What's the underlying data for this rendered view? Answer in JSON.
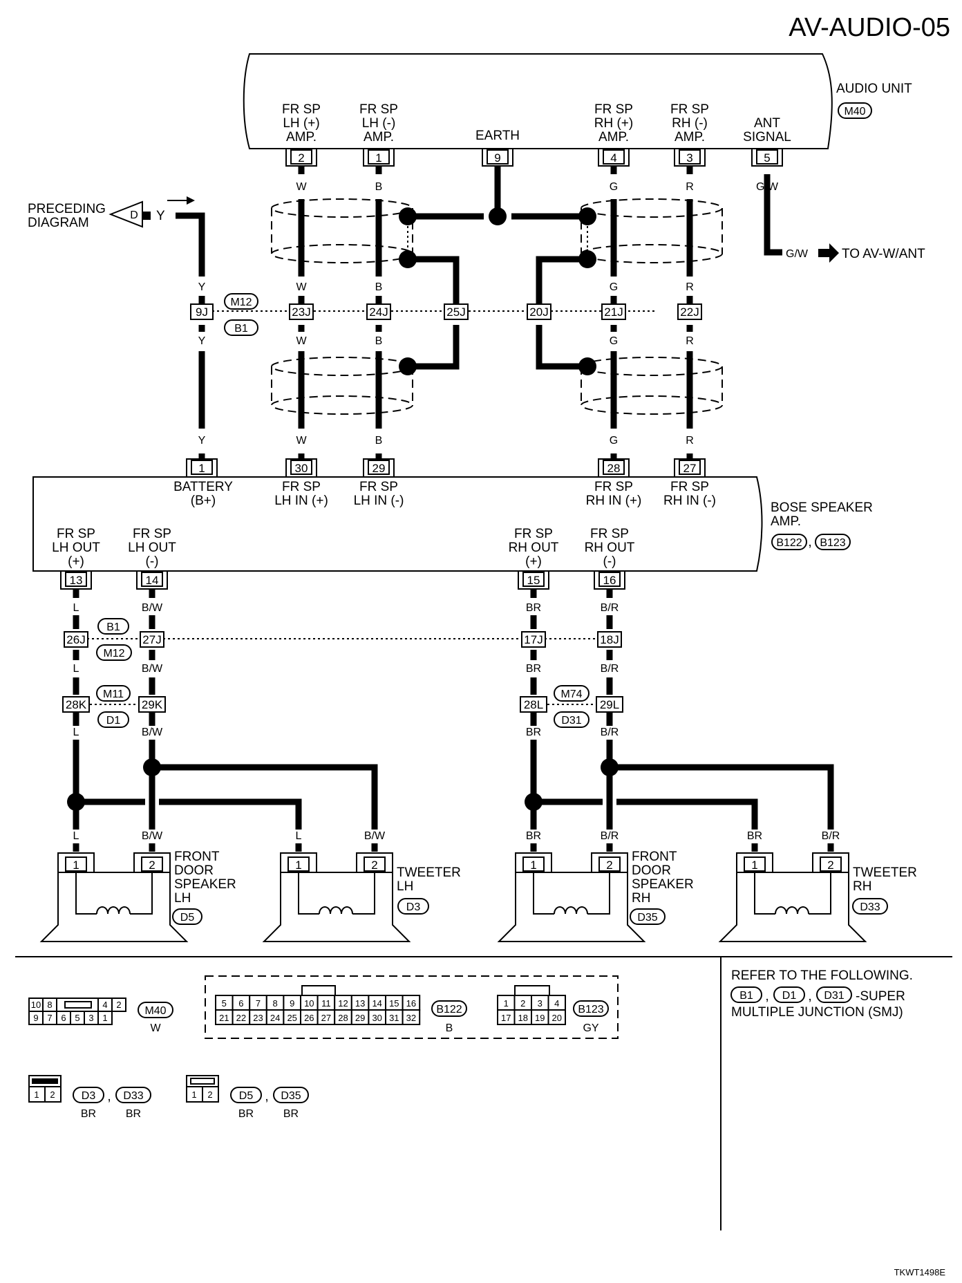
{
  "page_code": "AV-AUDIO-05",
  "figure_code": "TKWT1498E",
  "audio_unit": {
    "name": "AUDIO UNIT",
    "connector": "M40",
    "pins": [
      {
        "num": "2",
        "label": [
          "FR SP",
          "LH (+)",
          "AMP."
        ],
        "color": "W"
      },
      {
        "num": "1",
        "label": [
          "FR SP",
          "LH (-)",
          "AMP."
        ],
        "color": "B"
      },
      {
        "num": "9",
        "label": [
          "EARTH"
        ],
        "color": ""
      },
      {
        "num": "4",
        "label": [
          "FR SP",
          "RH (+)",
          "AMP."
        ],
        "color": "G"
      },
      {
        "num": "3",
        "label": [
          "FR SP",
          "RH (-)",
          "AMP."
        ],
        "color": "R"
      },
      {
        "num": "5",
        "label": [
          "ANT",
          "SIGNAL"
        ],
        "color": "G/W"
      }
    ]
  },
  "preceding": {
    "label": [
      "PRECEDING",
      "DIAGRAM"
    ],
    "marker": "D",
    "color": "Y"
  },
  "to_ant": {
    "color": "G/W",
    "label": "TO AV-W/ANT"
  },
  "junction_upper": {
    "connectors": [
      "M12",
      "B1"
    ],
    "terminals": [
      "9J",
      "23J",
      "24J",
      "25J",
      "20J",
      "21J",
      "22J"
    ]
  },
  "bose_amp": {
    "name": [
      "BOSE SPEAKER",
      "AMP."
    ],
    "connectors": [
      "B122",
      "B123"
    ],
    "input_pins": [
      {
        "num": "1",
        "label": [
          "BATTERY",
          "(B+)"
        ],
        "color": "Y"
      },
      {
        "num": "30",
        "label": [
          "FR SP",
          "LH IN (+)"
        ],
        "color": "W"
      },
      {
        "num": "29",
        "label": [
          "FR SP",
          "LH IN (-)"
        ],
        "color": "B"
      },
      {
        "num": "28",
        "label": [
          "FR SP",
          "RH IN (+)"
        ],
        "color": "G"
      },
      {
        "num": "27",
        "label": [
          "FR SP",
          "RH IN (-)"
        ],
        "color": "R"
      }
    ],
    "output_pins": [
      {
        "num": "13",
        "label": [
          "FR SP",
          "LH OUT",
          "(+)"
        ]
      },
      {
        "num": "14",
        "label": [
          "FR SP",
          "LH OUT",
          "(-)"
        ]
      },
      {
        "num": "15",
        "label": [
          "FR SP",
          "RH OUT",
          "(+)"
        ]
      },
      {
        "num": "16",
        "label": [
          "FR SP",
          "RH OUT",
          "(-)"
        ]
      }
    ]
  },
  "junction_lower": {
    "connectors": [
      "B1",
      "M12"
    ],
    "terminals": [
      "26J",
      "27J",
      "17J",
      "18J"
    ]
  },
  "junction_door_lh": {
    "connectors": [
      "M11",
      "D1"
    ],
    "terminals": [
      "28K",
      "29K"
    ]
  },
  "junction_door_rh": {
    "connectors": [
      "M74",
      "D31"
    ],
    "terminals": [
      "28L",
      "29L"
    ]
  },
  "wire_colors": {
    "lh_pos": "L",
    "lh_neg": "B/W",
    "rh_pos": "BR",
    "rh_neg": "B/R"
  },
  "speakers": [
    {
      "name": [
        "FRONT",
        "DOOR",
        "SPEAKER",
        "LH"
      ],
      "connector": "D5",
      "pin1": "1",
      "pin2": "2",
      "c1": "L",
      "c2": "B/W"
    },
    {
      "name": [
        "TWEETER",
        "LH"
      ],
      "connector": "D3",
      "pin1": "1",
      "pin2": "2",
      "c1": "L",
      "c2": "B/W"
    },
    {
      "name": [
        "FRONT",
        "DOOR",
        "SPEAKER",
        "RH"
      ],
      "connector": "D35",
      "pin1": "1",
      "pin2": "2",
      "c1": "BR",
      "c2": "B/R"
    },
    {
      "name": [
        "TWEETER",
        "RH"
      ],
      "connector": "D33",
      "pin1": "1",
      "pin2": "2",
      "c1": "BR",
      "c2": "B/R"
    }
  ],
  "legend": {
    "m40": {
      "code": "M40",
      "color": "W",
      "row1": [
        "10",
        "8",
        "",
        "4",
        "2"
      ],
      "row2": [
        "9",
        "7",
        "6",
        "5",
        "3",
        "1"
      ]
    },
    "b122": {
      "code": "B122",
      "color": "B",
      "row1": [
        "5",
        "6",
        "7",
        "8",
        "9",
        "10",
        "11",
        "12",
        "13",
        "14",
        "15",
        "16"
      ],
      "row2": [
        "21",
        "22",
        "23",
        "24",
        "25",
        "26",
        "27",
        "28",
        "29",
        "30",
        "31",
        "32"
      ]
    },
    "b123": {
      "code": "B123",
      "color": "GY",
      "row1": [
        "1",
        "2",
        "3",
        "4"
      ],
      "row2": [
        "17",
        "18",
        "19",
        "20"
      ]
    },
    "d3_d33": {
      "codes": [
        "D3",
        "D33"
      ],
      "colors": [
        "BR",
        "BR"
      ],
      "pins": [
        "1",
        "2"
      ]
    },
    "d5_d35": {
      "codes": [
        "D5",
        "D35"
      ],
      "colors": [
        "BR",
        "BR"
      ],
      "pins": [
        "1",
        "2"
      ]
    }
  },
  "note": {
    "heading": "REFER TO THE FOLLOWING.",
    "codes": [
      "B1",
      "D1",
      "D31"
    ],
    "text1": "-SUPER",
    "text2": "MULTIPLE JUNCTION (SMJ)"
  }
}
